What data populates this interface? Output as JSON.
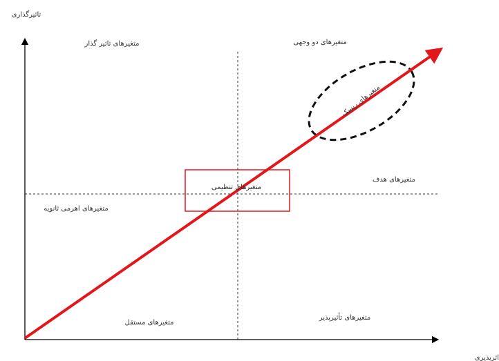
{
  "axes": {
    "y_label": "تاثیرگذاری",
    "x_label": "اثرپذیری"
  },
  "quadrants": {
    "top_left": "متغیرهای تاثیر گذار",
    "top_right": "متغیرهای دو وجهی",
    "bottom_left": "متغیرهای مستقل",
    "bottom_right": "متغیرهای تأثیرپذیر"
  },
  "regions": {
    "target": "متغیرهای هدف",
    "secondary_lever": "متغیرهای اهرمی ثانویه",
    "regulatory": "متغیرهای تنظیمی",
    "risk": "متغیرهای ریسک"
  },
  "colors": {
    "diagonal_arrow": "#e3161b",
    "regulatory_box": "#e3161b",
    "axes": "#000000",
    "guides": "#333333"
  }
}
